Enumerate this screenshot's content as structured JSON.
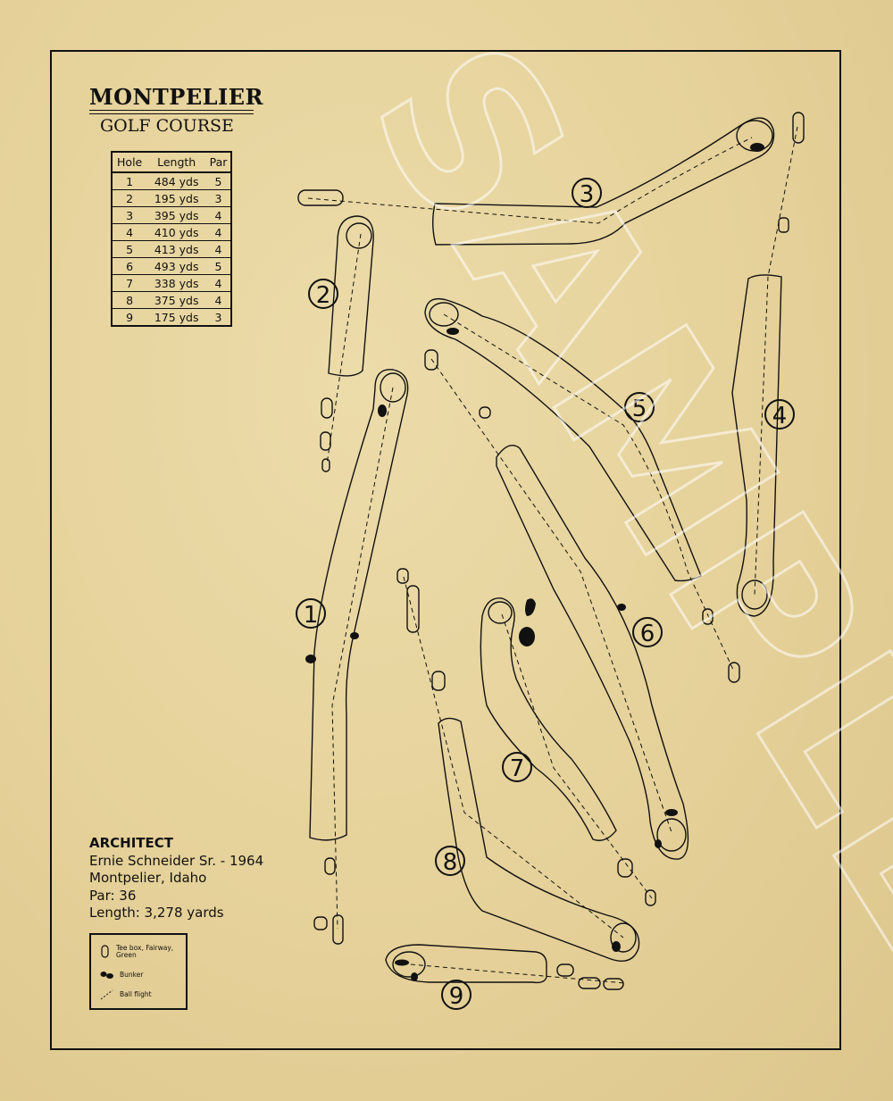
{
  "course": {
    "name": "MONTPELIER",
    "subtitle": "GOLF COURSE"
  },
  "scorecard": {
    "headers": [
      "Hole",
      "Length",
      "Par"
    ],
    "rows": [
      [
        "1",
        "484 yds",
        "5"
      ],
      [
        "2",
        "195 yds",
        "3"
      ],
      [
        "3",
        "395 yds",
        "4"
      ],
      [
        "4",
        "410 yds",
        "4"
      ],
      [
        "5",
        "413 yds",
        "4"
      ],
      [
        "6",
        "493 yds",
        "5"
      ],
      [
        "7",
        "338 yds",
        "4"
      ],
      [
        "8",
        "375 yds",
        "4"
      ],
      [
        "9",
        "175 yds",
        "3"
      ]
    ]
  },
  "info": {
    "architect_heading": "ARCHITECT",
    "architect": "Ernie Schneider Sr.  -  1964",
    "location": "Montpelier, Idaho",
    "par": "Par: 36",
    "length": "Length: 3,278 yards"
  },
  "legend": {
    "items": [
      "Tee box, Fairway, Green",
      "Bunker",
      "Ball flight"
    ]
  },
  "watermark": "SAMPLE",
  "hole_numbers": [
    "1",
    "2",
    "3",
    "4",
    "5",
    "6",
    "7",
    "8",
    "9"
  ],
  "colors": {
    "paper": "#e6d39c",
    "ink": "#111111",
    "watermark": "#ffffff"
  }
}
